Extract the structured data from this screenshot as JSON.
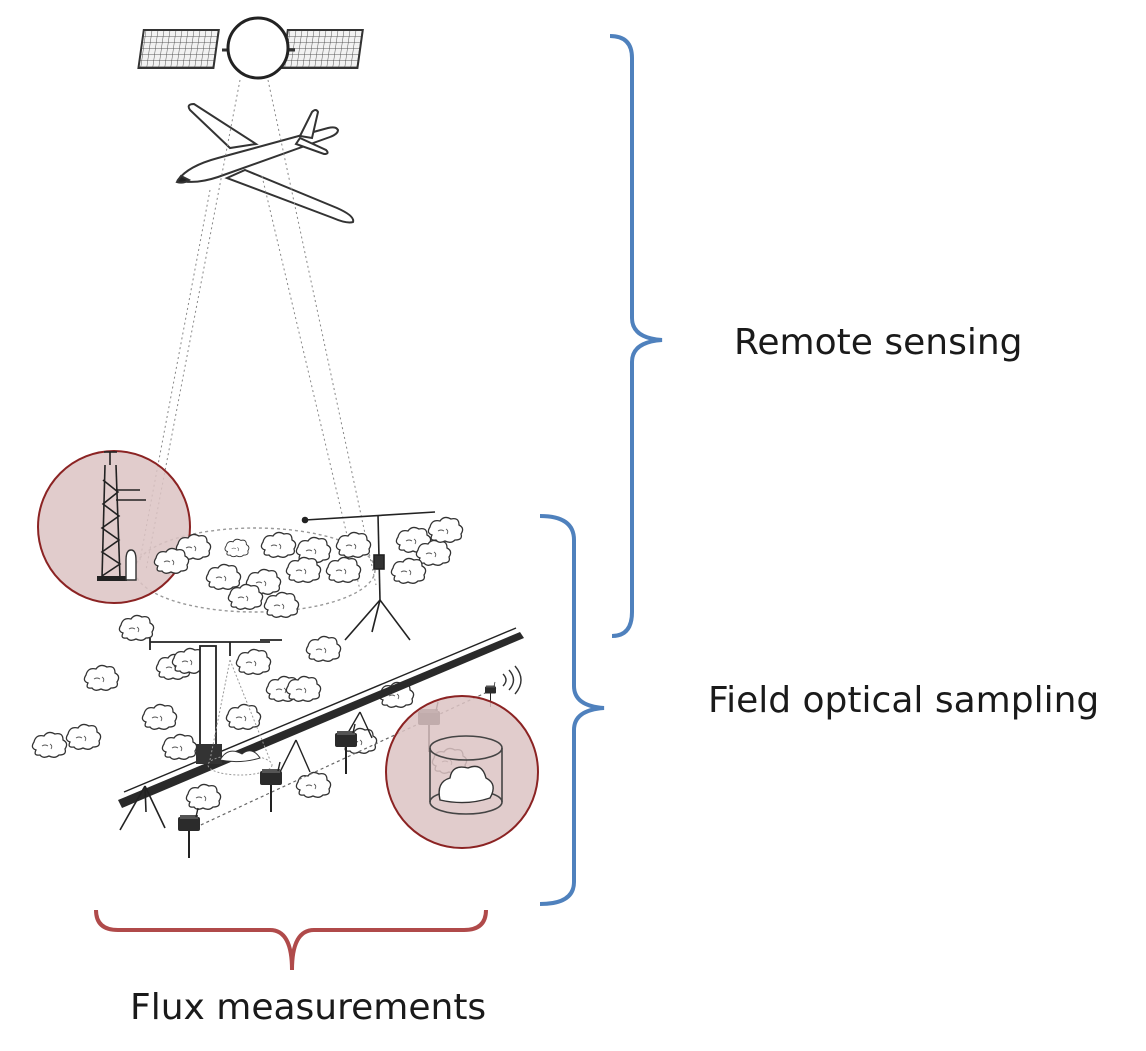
{
  "labels": {
    "remote_sensing": "Remote sensing",
    "field_optical_sampling": "Field optical sampling",
    "flux_measurements": "Flux measurements"
  },
  "colors": {
    "bracket_blue": "#4f81bd",
    "bracket_red": "#b04a4a",
    "highlight_fill": "#dcc3c3",
    "highlight_stroke": "#8b2323",
    "line_art": "#333333"
  },
  "icons": [
    "satellite-icon",
    "airplane-icon",
    "flux-tower-icon",
    "tripod-spectrometer-icon",
    "tramline-rail-icon",
    "soil-sensor-icon",
    "flux-chamber-icon",
    "vegetation-shrub-icon"
  ]
}
